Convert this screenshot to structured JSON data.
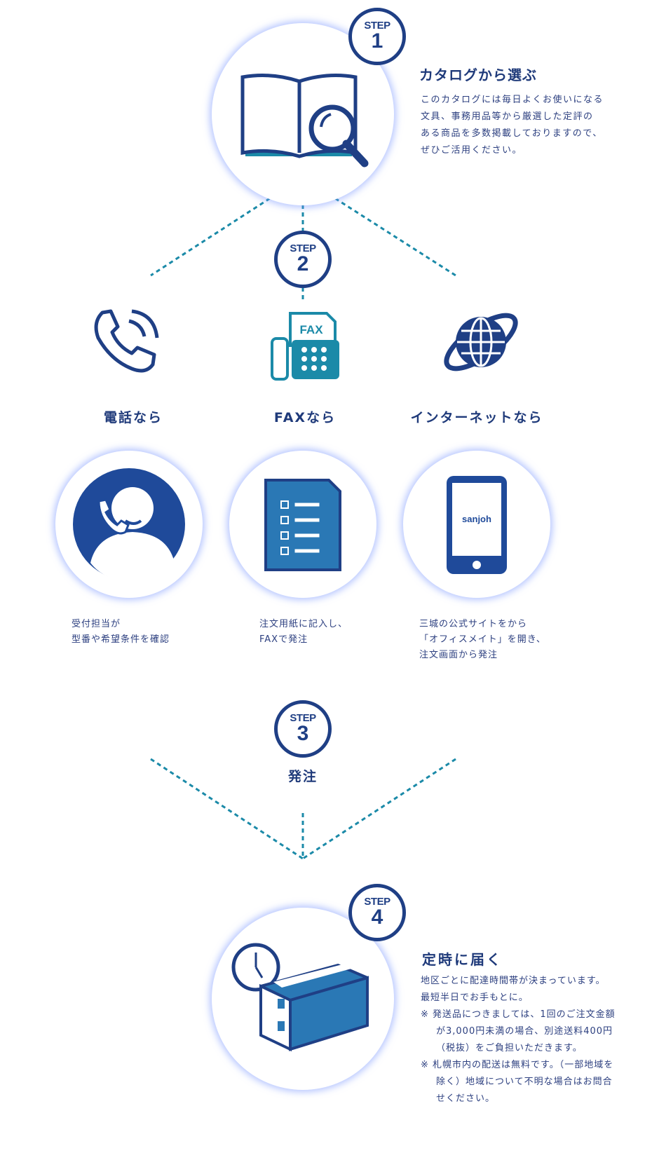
{
  "step_label": "STEP",
  "step1": {
    "number": "1",
    "title": "カタログから選ぶ",
    "description": [
      "このカタログには毎日よくお使いになる",
      "文具、事務用品等から厳選した定評の",
      "ある商品を多数掲載しておりますので、",
      "ぜひご活用ください。"
    ]
  },
  "step2": {
    "number": "2",
    "methods": [
      {
        "label": "電話なら",
        "icon": "phone-icon",
        "detail_icon": "operator-icon",
        "text": [
          "受付担当が",
          "型番や希望条件を確認"
        ]
      },
      {
        "label": "FAXなら",
        "icon": "fax-icon",
        "fax_text": "FAX",
        "detail_icon": "order-form-icon",
        "text": [
          "注文用紙に記入し、",
          "FAXで発注"
        ]
      },
      {
        "label": "インターネットなら",
        "icon": "globe-icon",
        "detail_icon": "tablet-icon",
        "brand": "sanjoh",
        "text": [
          "三城の公式サイトをから",
          "「オフィスメイト」を開き、",
          "注文画面から発注"
        ]
      }
    ]
  },
  "step3": {
    "number": "3",
    "title": "発注"
  },
  "step4": {
    "number": "4",
    "title": "定時に届く",
    "description": [
      "地区ごとに配達時間帯が決まっています。",
      "最短半日でお手もとに。"
    ],
    "notes": [
      "※ 発送品につきましては、1回のご注文金額が3,000円未満の場合、別途送料400円（税抜）をご負担いただきます。",
      "※ 札幌市内の配送は無料です。（一部地域を除く）地域について不明な場合はお問合せください。"
    ]
  },
  "colors": {
    "navy": "#1f3f85",
    "teal": "#1b8aa8",
    "text": "#2d4080"
  }
}
